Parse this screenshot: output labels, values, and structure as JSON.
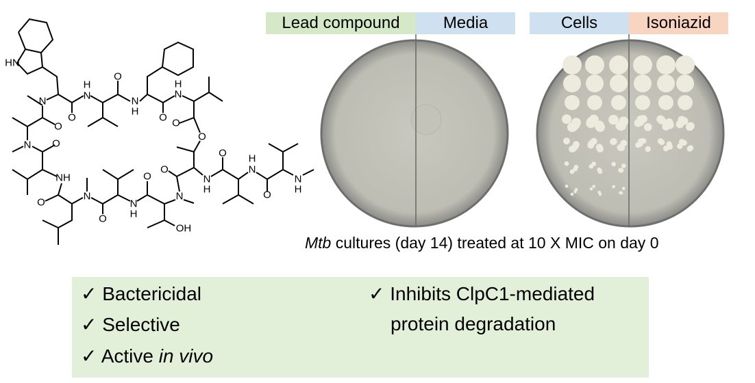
{
  "structure": {
    "atoms": [
      "HN",
      "N",
      "N",
      "H",
      "O",
      "O",
      "N",
      "H",
      "O",
      "N",
      "H",
      "O",
      "O",
      "O",
      "N",
      "O",
      "NH",
      "N",
      "O",
      "O",
      "N",
      "H",
      "O",
      "N",
      "O",
      "OH",
      "N",
      "H",
      "O",
      "N",
      "H",
      "O",
      "N",
      "H"
    ]
  },
  "plates": {
    "left": {
      "labels": [
        "Lead compound",
        "Media"
      ],
      "colors": [
        "#d5e8c8",
        "#cfe0f1"
      ]
    },
    "right": {
      "labels": [
        "Cells",
        "Isoniazid"
      ],
      "colors": [
        "#cfe0f1",
        "#f8d5c0"
      ]
    },
    "caption_italic": "Mtb",
    "caption_rest": " cultures (day 14) treated at 10 X MIC on day 0"
  },
  "summary": {
    "check": "✓",
    "items": [
      "Bactericidal",
      "Selective"
    ],
    "active": "Active ",
    "active_italic": "in vivo",
    "right_line1": "Inhibits ClpC1-mediated",
    "right_line2": "protein degradation",
    "bg": "#e2efd9"
  }
}
